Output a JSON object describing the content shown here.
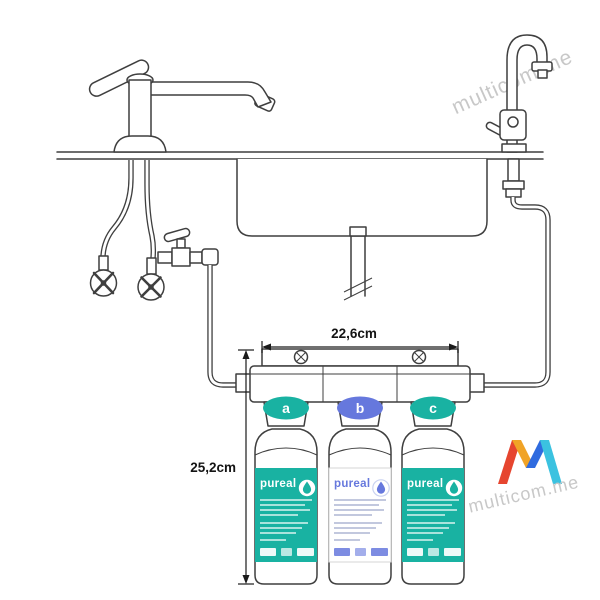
{
  "canvas": {
    "background": "#ffffff"
  },
  "colors": {
    "line": "#3f3f3f",
    "teal": "#19b2a2",
    "blue": "#6678dd",
    "watermark": "#c8c8c8",
    "logo_red": "#e6452f",
    "logo_orange": "#f0a326",
    "logo_blue": "#2f6bdf",
    "logo_cyan": "#3bc2e0"
  },
  "dimensions": {
    "width": "22,6cm",
    "height": "25,2cm"
  },
  "filter_system": {
    "stages": [
      {
        "id": "a",
        "brand": "pureal",
        "oval_color": "#19b2a2",
        "label_bg": "#19b2a2",
        "brand_color": "#ffffff"
      },
      {
        "id": "b",
        "brand": "pureal",
        "oval_color": "#6678dd",
        "label_bg": "#ffffff",
        "brand_color": "#6678dd"
      },
      {
        "id": "c",
        "brand": "pureal",
        "oval_color": "#19b2a2",
        "label_bg": "#19b2a2",
        "brand_color": "#ffffff"
      }
    ]
  },
  "watermark": {
    "text": "multicom.me"
  }
}
